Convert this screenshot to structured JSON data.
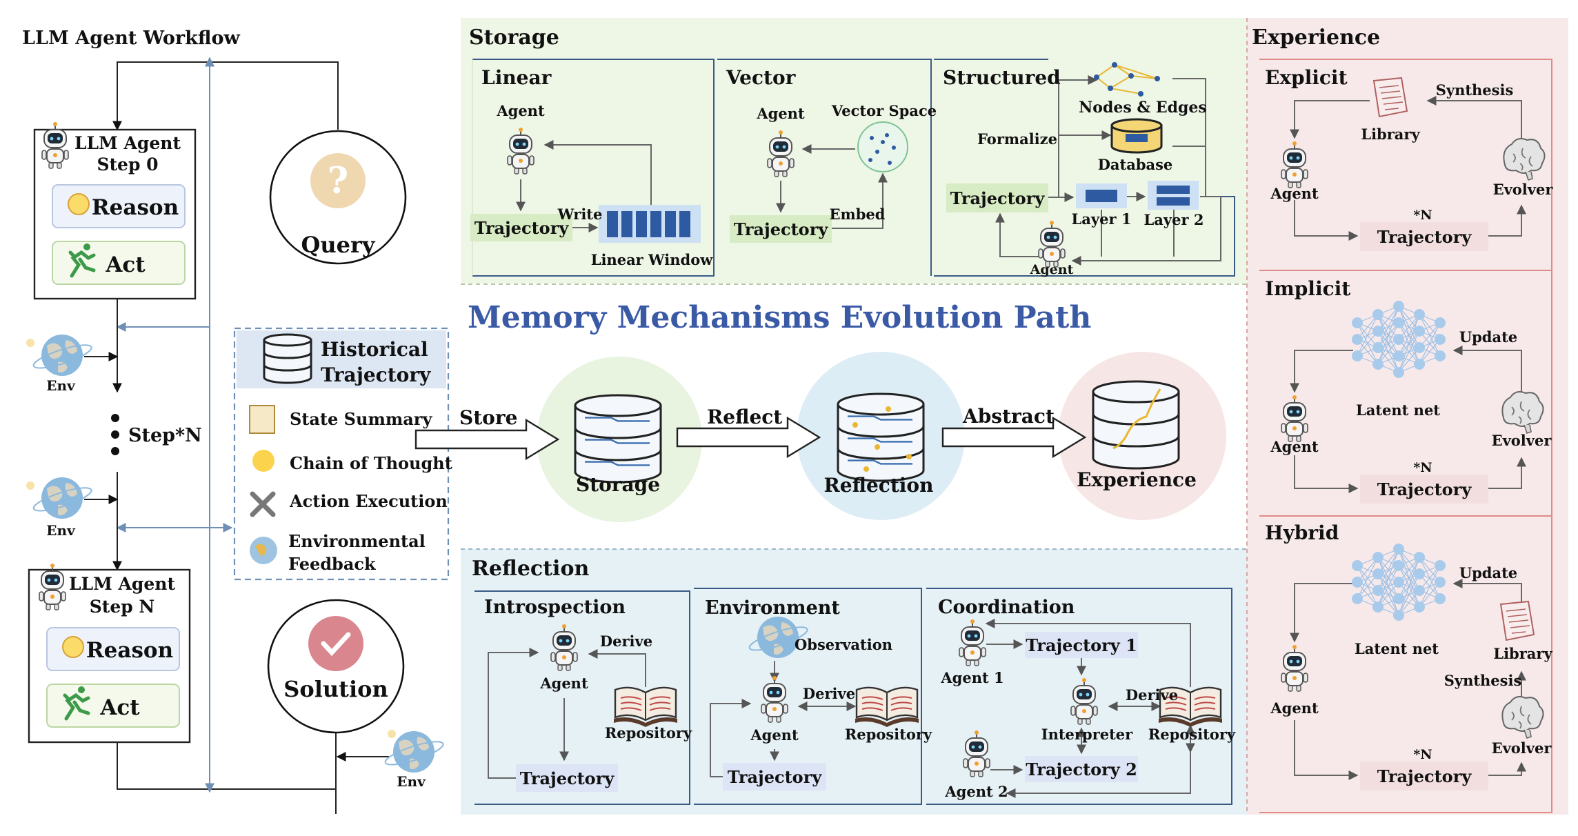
{
  "workflow": {
    "title": "LLM Agent Workflow",
    "step0_line1": "LLM Agent",
    "step0_line2": "Step 0",
    "reason": "Reason",
    "act": "Act",
    "env": "Env",
    "step_n_label": "Step*N",
    "stepN_line1": "LLM Agent",
    "stepN_line2": "Step N",
    "query": "Query",
    "solution": "Solution"
  },
  "history": {
    "title_line1": "Historical",
    "title_line2": "Trajectory",
    "items": [
      "State Summary",
      "Chain of Thought",
      "Action Execution",
      "Environmental",
      "Feedback"
    ]
  },
  "center": {
    "title": "Memory Mechanisms Evolution Path",
    "store": "Store",
    "reflect": "Reflect",
    "abstract": "Abstract",
    "storage": "Storage",
    "reflection": "Reflection",
    "experience": "Experience"
  },
  "storage_panel": {
    "title": "Storage",
    "linear": {
      "title": "Linear",
      "agent": "Agent",
      "trajectory": "Trajectory",
      "write": "Write",
      "window": "Linear Window"
    },
    "vector": {
      "title": "Vector",
      "agent": "Agent",
      "space": "Vector Space",
      "trajectory": "Trajectory",
      "embed": "Embed"
    },
    "structured": {
      "title": "Structured",
      "nodes": "Nodes & Edges",
      "formalize": "Formalize",
      "database": "Database",
      "trajectory": "Trajectory",
      "layer1": "Layer 1",
      "layer2": "Layer 2",
      "agent": "Agent"
    }
  },
  "reflection_panel": {
    "title": "Reflection",
    "introspection": {
      "title": "Introspection",
      "agent": "Agent",
      "derive": "Derive",
      "repository": "Repository",
      "trajectory": "Trajectory"
    },
    "environment": {
      "title": "Environment",
      "observation": "Observation",
      "agent": "Agent",
      "derive": "Derive",
      "repository": "Repository",
      "trajectory": "Trajectory"
    },
    "coordination": {
      "title": "Coordination",
      "agent1": "Agent 1",
      "trajectory1": "Trajectory 1",
      "interpreter": "Interpreter",
      "derive": "Derive",
      "repository": "Repository",
      "agent2": "Agent 2",
      "trajectory2": "Trajectory 2"
    }
  },
  "experience_panel": {
    "title": "Experience",
    "explicit": {
      "title": "Explicit",
      "library": "Library",
      "synthesis": "Synthesis",
      "agent": "Agent",
      "evolver": "Evolver",
      "n": "*N",
      "trajectory": "Trajectory"
    },
    "implicit": {
      "title": "Implicit",
      "latent": "Latent net",
      "update": "Update",
      "agent": "Agent",
      "evolver": "Evolver",
      "n": "*N",
      "trajectory": "Trajectory"
    },
    "hybrid": {
      "title": "Hybrid",
      "latent": "Latent net",
      "update": "Update",
      "library": "Library",
      "synthesis": "Synthesis",
      "agent": "Agent",
      "evolver": "Evolver",
      "n": "*N",
      "trajectory": "Trajectory"
    }
  },
  "colors": {
    "storage_bg": "#eef6e6",
    "reflection_bg": "#e6f1f5",
    "experience_bg": "#f7e9e9",
    "title_blue": "#3b5aa6",
    "traj_green": "#d7ecc4",
    "traj_blue": "#dde4f5",
    "traj_pink": "#f2dede"
  }
}
